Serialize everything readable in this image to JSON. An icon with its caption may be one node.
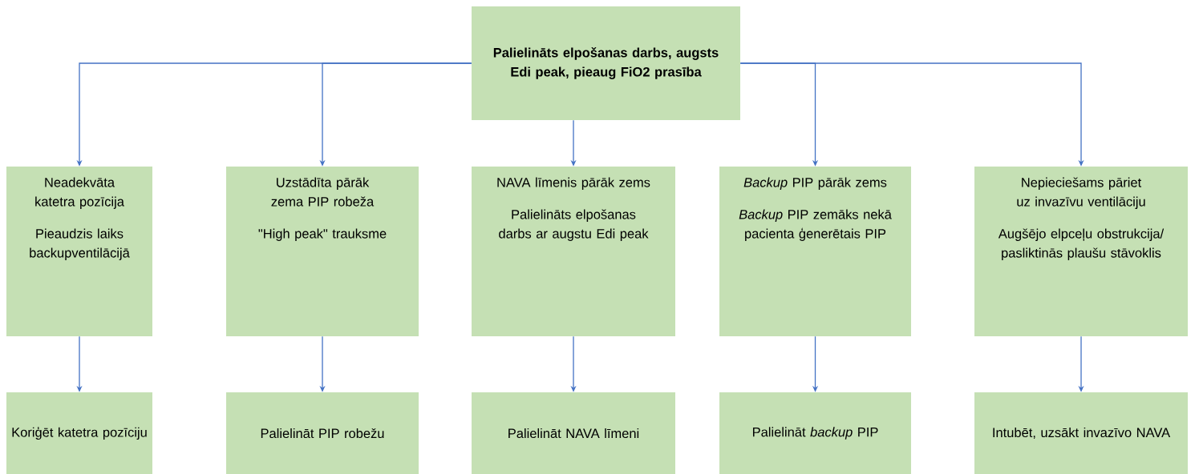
{
  "diagram": {
    "nodes": [
      {
        "text": [
          "Palielināts elpošanas darbs, augsts Edi peak, pieaug FiO2 prasība"
        ]
      },
      {
        "text": [
          "Neadekvāta katetra pozīcija",
          "Pieaudzis laiks backupventilācijā"
        ]
      },
      {
        "text": [
          "Uzstādīta pārāk zema PIP robeža",
          "\"High peak\" trauksme"
        ]
      },
      {
        "text": [
          "NAVA līmenis pārāk zems",
          "Palielināts elpošanas darbs ar augstu Edi peak"
        ]
      },
      {
        "text": [
          "*Backup* PIP pārāk zems",
          "*Backup* PIP zemāks nekā pacienta ģenerētais PIP"
        ]
      },
      {
        "text": [
          "Nepieciešams pāriet uz invazīvu ventilāciju",
          "Augšējo elpceļu obstrukcija/ pasliktinās plaušu stāvoklis"
        ]
      },
      {
        "text": [
          "Koriģēt katetra pozīciju"
        ]
      },
      {
        "text": [
          "Palielināt PIP robežu"
        ]
      },
      {
        "text": [
          "Palielināt NAVA līmeni"
        ]
      },
      {
        "text": [
          "Palielināt *backup* PIP"
        ]
      },
      {
        "text": [
          "Intubēt, uzsākt invazīvo NAVA"
        ]
      }
    ],
    "edges": [
      {
        "from": 0,
        "to": 1,
        "arrow": "to"
      },
      {
        "from": 0,
        "to": 2,
        "arrow": "to"
      },
      {
        "from": 0,
        "to": 3,
        "arrow": "to"
      },
      {
        "from": 0,
        "to": 4,
        "arrow": "to"
      },
      {
        "from": 0,
        "to": 5,
        "arrow": "to"
      },
      {
        "from": 1,
        "to": 6,
        "arrow": "to"
      },
      {
        "from": 2,
        "to": 7,
        "arrow": "to"
      },
      {
        "from": 3,
        "to": 8,
        "arrow": "to"
      },
      {
        "from": 4,
        "to": 9,
        "arrow": "to"
      },
      {
        "from": 5,
        "to": 10,
        "arrow": "to"
      }
    ]
  }
}
